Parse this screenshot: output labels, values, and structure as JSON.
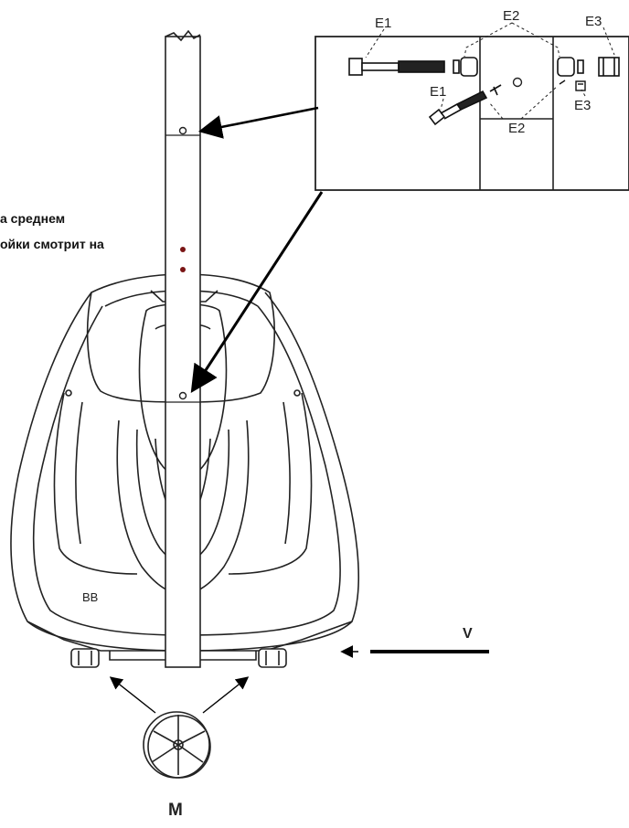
{
  "instruction_lines": [
    "а среднем",
    "ойки смотрит на"
  ],
  "labels": {
    "e1_top": "E1",
    "e1_lower": "E1",
    "e2_top": "E2",
    "e2_lower": "E2",
    "e3_top": "E3",
    "e3_lower": "E3",
    "base_mark": "BB",
    "level_mark": "V",
    "wheel_mark": "M"
  }
}
